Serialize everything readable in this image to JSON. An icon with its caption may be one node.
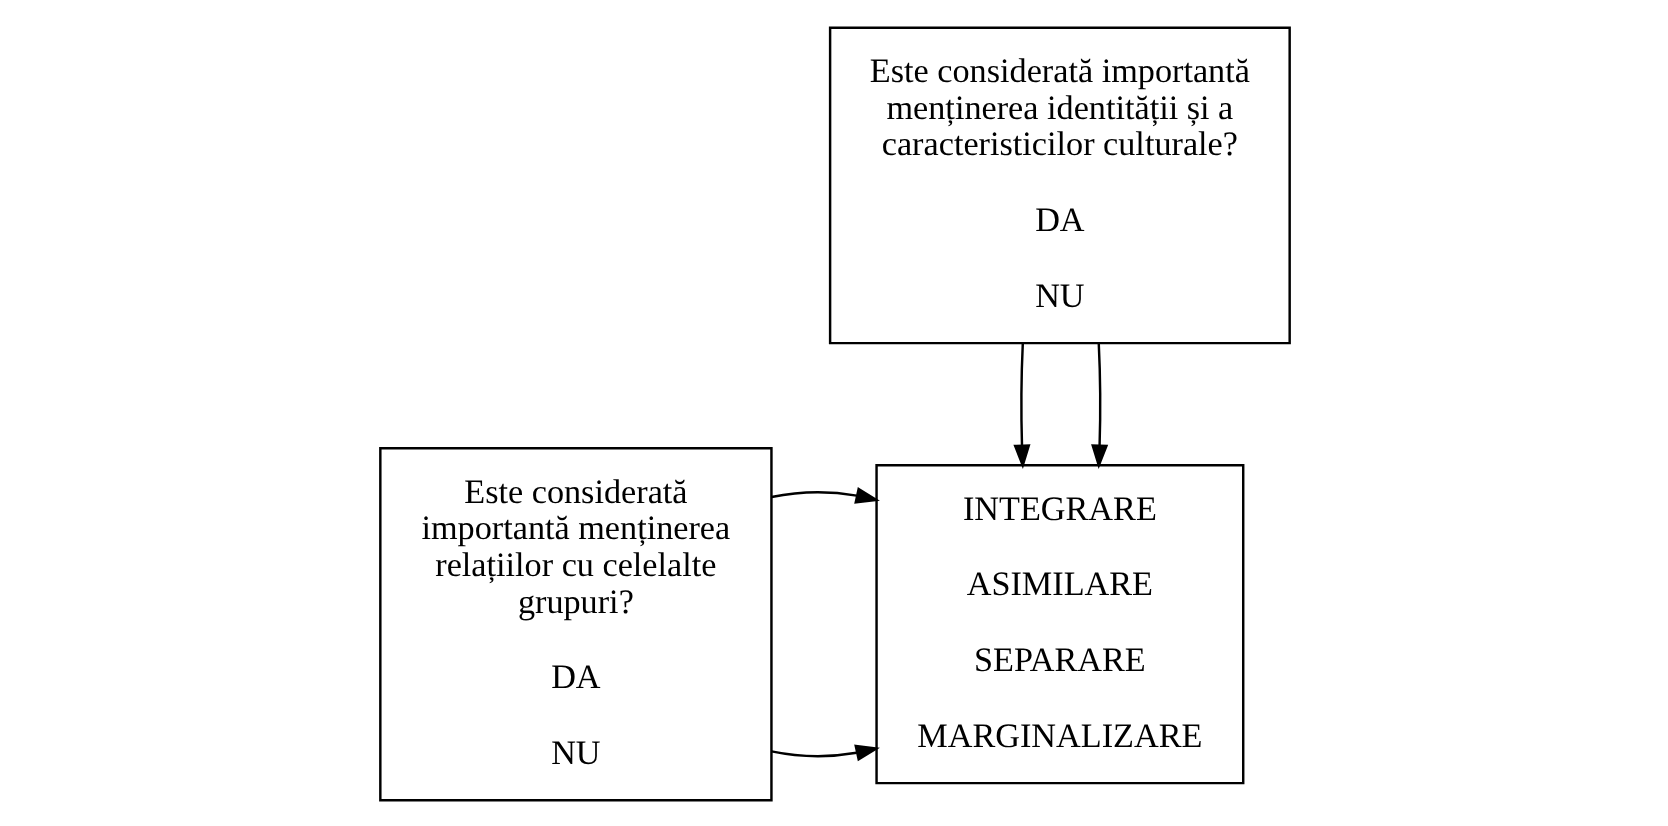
{
  "diagram": {
    "nodes": [
      {
        "text": [
          "Este considerată importantă menținerea identității și a caracteristicilor culturale?",
          "DA",
          "NU"
        ]
      },
      {
        "text": [
          "Este considerată importantă menținerea relațiilor cu celelalte grupuri?",
          "DA",
          "NU"
        ]
      },
      {
        "text": [
          "INTEGRARE",
          "ASIMILARE",
          "SEPARARE",
          "MARGINALIZARE"
        ]
      }
    ],
    "edges": [
      {
        "from": 0,
        "to": 2,
        "arrow": "to"
      },
      {
        "from": 0,
        "to": 2,
        "arrow": "to"
      },
      {
        "from": 1,
        "to": 2,
        "arrow": "to"
      },
      {
        "from": 1,
        "to": 2,
        "arrow": "to"
      }
    ]
  }
}
